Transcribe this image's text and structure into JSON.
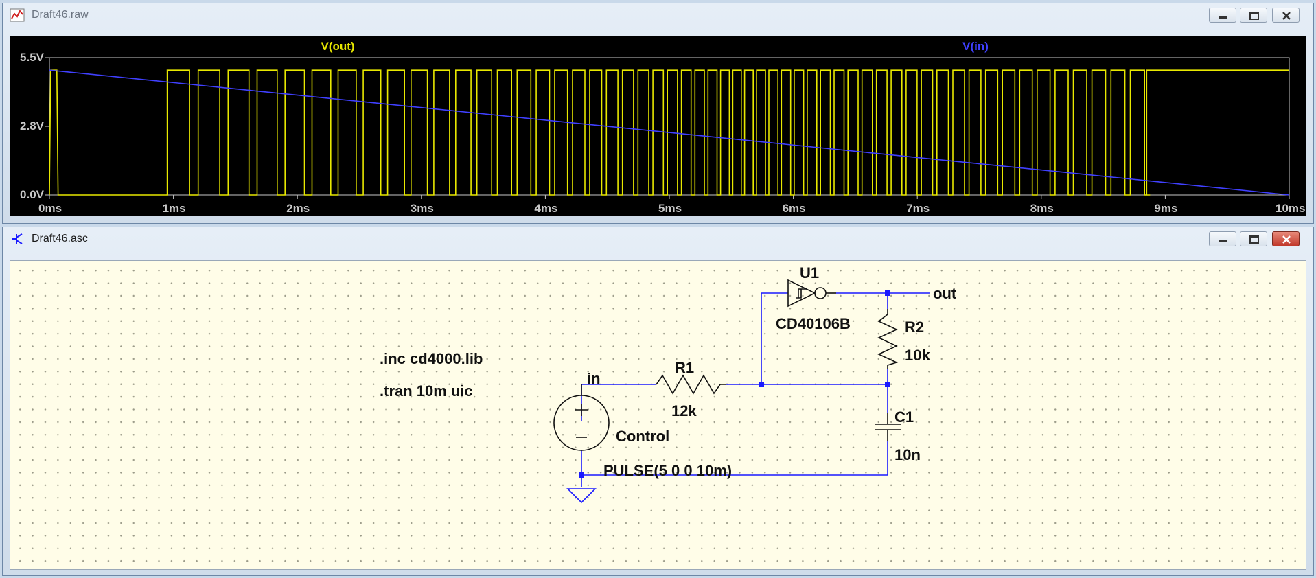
{
  "plot_window": {
    "title": "Draft46.raw",
    "icon": "waveform-icon",
    "trace_labels": {
      "vout": "V(out)",
      "vin": "V(in)"
    },
    "y_ticks": [
      "5.5V",
      "2.8V",
      "0.0V"
    ],
    "x_ticks": [
      "0ms",
      "1ms",
      "2ms",
      "3ms",
      "4ms",
      "5ms",
      "6ms",
      "7ms",
      "8ms",
      "9ms",
      "10ms"
    ]
  },
  "schematic_window": {
    "title": "Draft46.asc",
    "icon": "schematic-icon",
    "directives": {
      "inc": ".inc cd4000.lib",
      "tran": ".tran 10m uic"
    },
    "components": {
      "U1": {
        "name": "U1",
        "value": "CD40106B"
      },
      "R1": {
        "name": "R1",
        "value": "12k"
      },
      "R2": {
        "name": "R2",
        "value": "10k"
      },
      "C1": {
        "name": "C1",
        "value": "10n"
      },
      "V1": {
        "name": "Control",
        "value": "PULSE(5 0 0 10m)"
      }
    },
    "net_labels": {
      "in": "in",
      "out": "out"
    }
  },
  "chart_data": {
    "type": "line",
    "x_unit": "ms",
    "xlim": [
      0,
      10
    ],
    "ylim": [
      0,
      5.5
    ],
    "series": [
      {
        "name": "V(in)",
        "color": "#4040ff",
        "x": [
          0,
          10
        ],
        "y": [
          5.0,
          0.0
        ]
      },
      {
        "name": "V(out)",
        "color": "#e8e800",
        "waveform": "square",
        "high": 5.0,
        "low": 0.0,
        "note": "oscillates at increasing frequency from ~0.95ms, stays high after ~8.85ms"
      }
    ],
    "grid": false
  },
  "colors": {
    "vout": "#e8e800",
    "vin": "#4040ff",
    "wire": "#1a1aff",
    "plot_bg": "#000000",
    "schematic_bg": "#fffde8"
  }
}
